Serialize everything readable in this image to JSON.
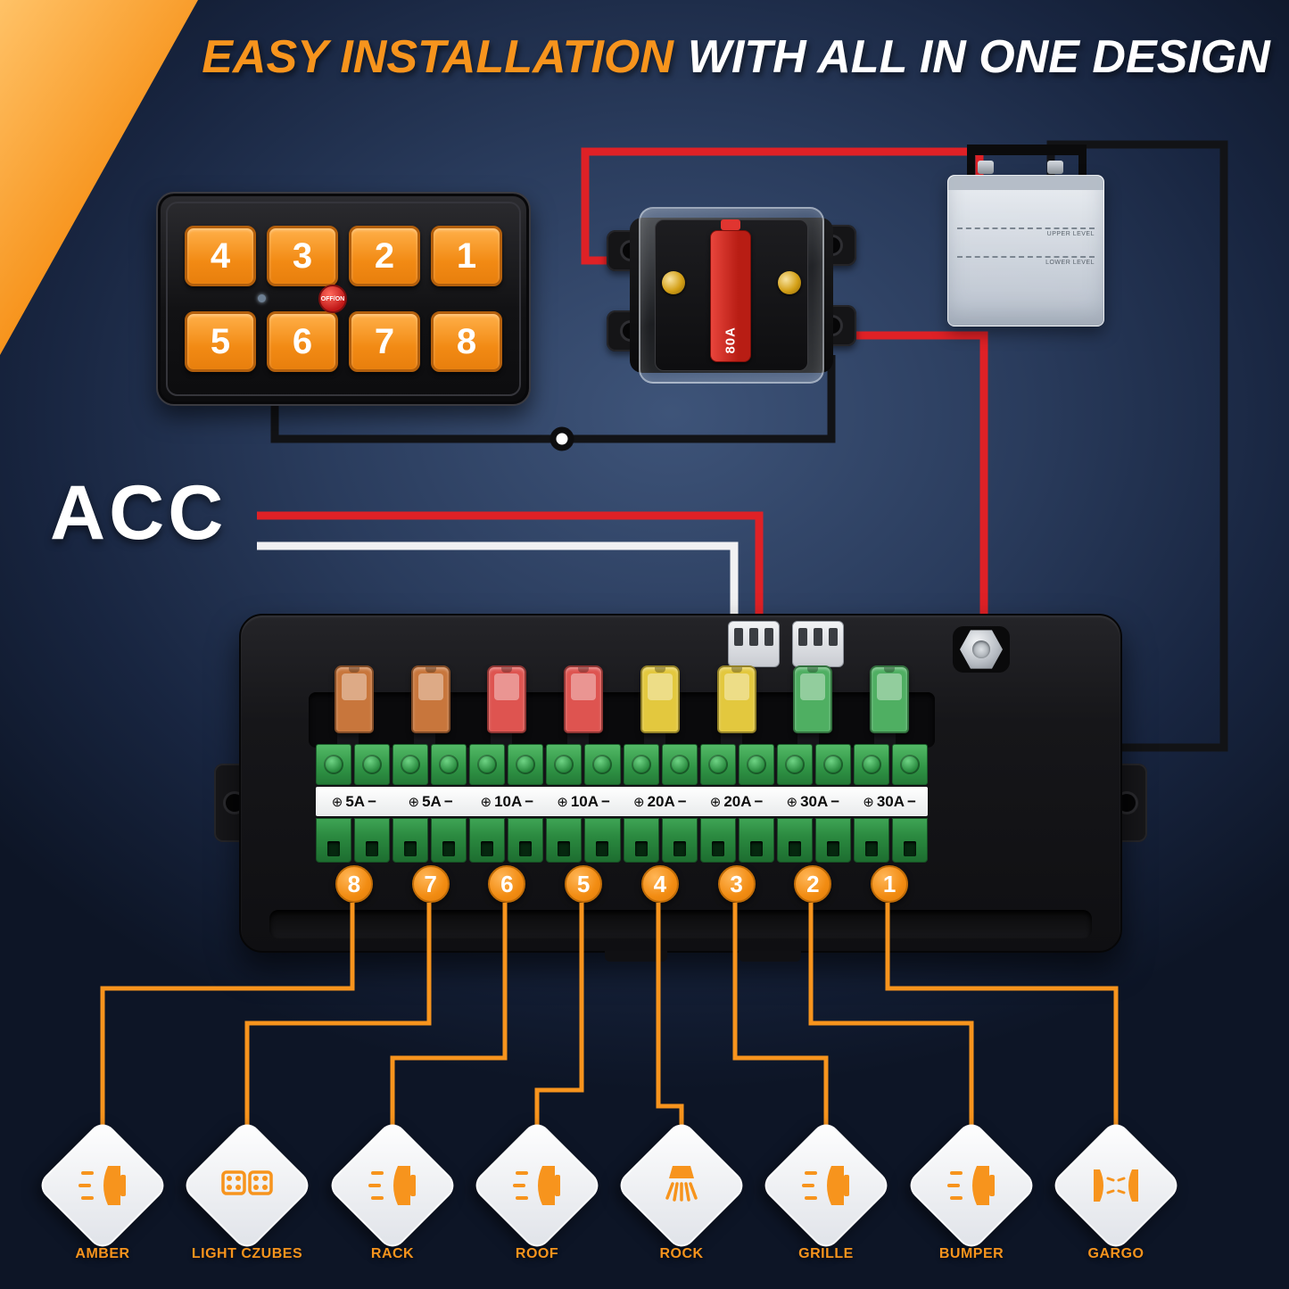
{
  "title": {
    "highlight": "EASY INSTALLATION",
    "rest": "WITH ALL IN ONE DESIGN"
  },
  "acc": {
    "label": "ACC"
  },
  "switch_panel": {
    "buttons": [
      "4",
      "3",
      "2",
      "1",
      "5",
      "6",
      "7",
      "8"
    ],
    "center_button_label": "OFF/ON"
  },
  "circuit_breaker": {
    "rating": "80A"
  },
  "battery": {
    "upper_label": "UPPER LEVEL",
    "lower_label": "LOWER LEVEL"
  },
  "control_box": {
    "amp_prefix": "⊕",
    "amp_suffix": "−",
    "channel_amps": [
      "5A",
      "5A",
      "10A",
      "10A",
      "20A",
      "20A",
      "30A",
      "30A"
    ],
    "channel_numbers": [
      "8",
      "7",
      "6",
      "5",
      "4",
      "3",
      "2",
      "1"
    ],
    "fuses": [
      {
        "rating": "5A",
        "color": "#C8763C"
      },
      {
        "rating": "5A",
        "color": "#C8763C"
      },
      {
        "rating": "10A",
        "color": "#DE5450"
      },
      {
        "rating": "10A",
        "color": "#DE5450"
      },
      {
        "rating": "20A",
        "color": "#E3C83E"
      },
      {
        "rating": "20A",
        "color": "#E3C83E"
      },
      {
        "rating": "30A",
        "color": "#4FAF62"
      },
      {
        "rating": "30A",
        "color": "#4FAF62"
      }
    ]
  },
  "loads": [
    {
      "label": "AMBER",
      "icon": "pod-light-icon"
    },
    {
      "label": "LIGHT CZUBES",
      "icon": "cube-lights-icon"
    },
    {
      "label": "RACK",
      "icon": "pod-light-icon"
    },
    {
      "label": "ROOF",
      "icon": "pod-light-icon"
    },
    {
      "label": "ROCK",
      "icon": "rock-light-icon"
    },
    {
      "label": "GRILLE",
      "icon": "pod-light-icon"
    },
    {
      "label": "BUMPER",
      "icon": "pod-light-icon"
    },
    {
      "label": "GARGO",
      "icon": "dual-light-icon"
    }
  ],
  "colors": {
    "accent_orange": "#F7941D",
    "wire_red": "#DF2126",
    "wire_black": "#121316",
    "wire_white": "#F1F1F3",
    "terminal_green": "#36A04C",
    "background_blue": "#1E2C49"
  }
}
